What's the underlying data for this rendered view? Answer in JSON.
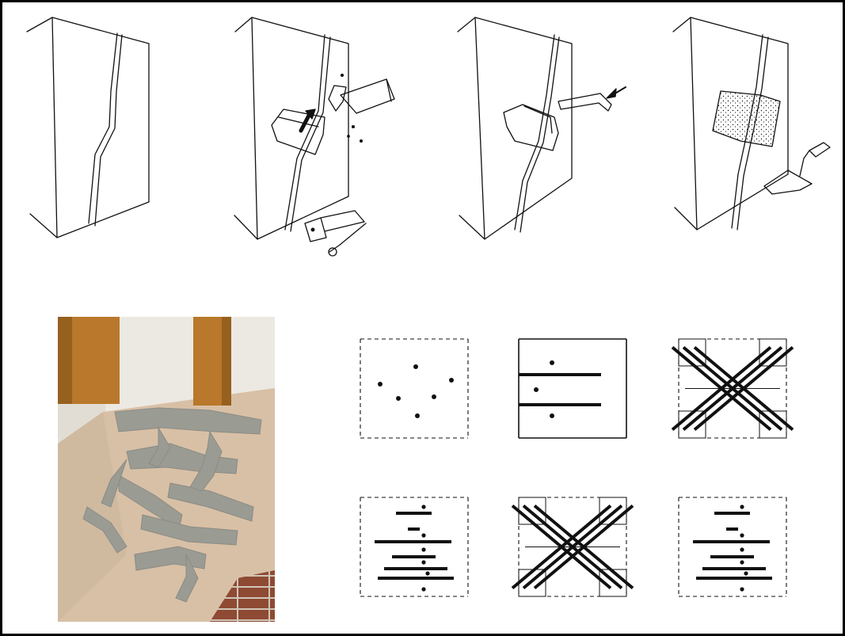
{
  "figure": {
    "border_color": "#000000",
    "background": "#ffffff",
    "ink": "#111111",
    "top_row": {
      "panels": [
        {
          "step": 1,
          "depicts": "cracked-wall"
        },
        {
          "step": 2,
          "depicts": "chiselled-recess-hammer"
        },
        {
          "step": 3,
          "depicts": "staple-insertion"
        },
        {
          "step": 4,
          "depicts": "mortar-patch-trowel"
        }
      ]
    },
    "photo": {
      "depicts": "stitched-crack-photo",
      "colors": {
        "wall": "#ece9e3",
        "plaster": "#d8c0a6",
        "mortar": "#9a9b93",
        "wood": "#b9782b",
        "brick": "#8e4a33"
      }
    },
    "grid": {
      "patterns": [
        {
          "id": "dots",
          "solid_sides": []
        },
        {
          "id": "two-bars",
          "solid_sides": [
            "left",
            "top",
            "right",
            "bottom"
          ]
        },
        {
          "id": "lattice",
          "solid_sides": []
        },
        {
          "id": "seven-bars",
          "solid_sides": []
        },
        {
          "id": "lattice",
          "solid_sides": []
        },
        {
          "id": "seven-bars",
          "solid_sides": []
        }
      ]
    }
  }
}
